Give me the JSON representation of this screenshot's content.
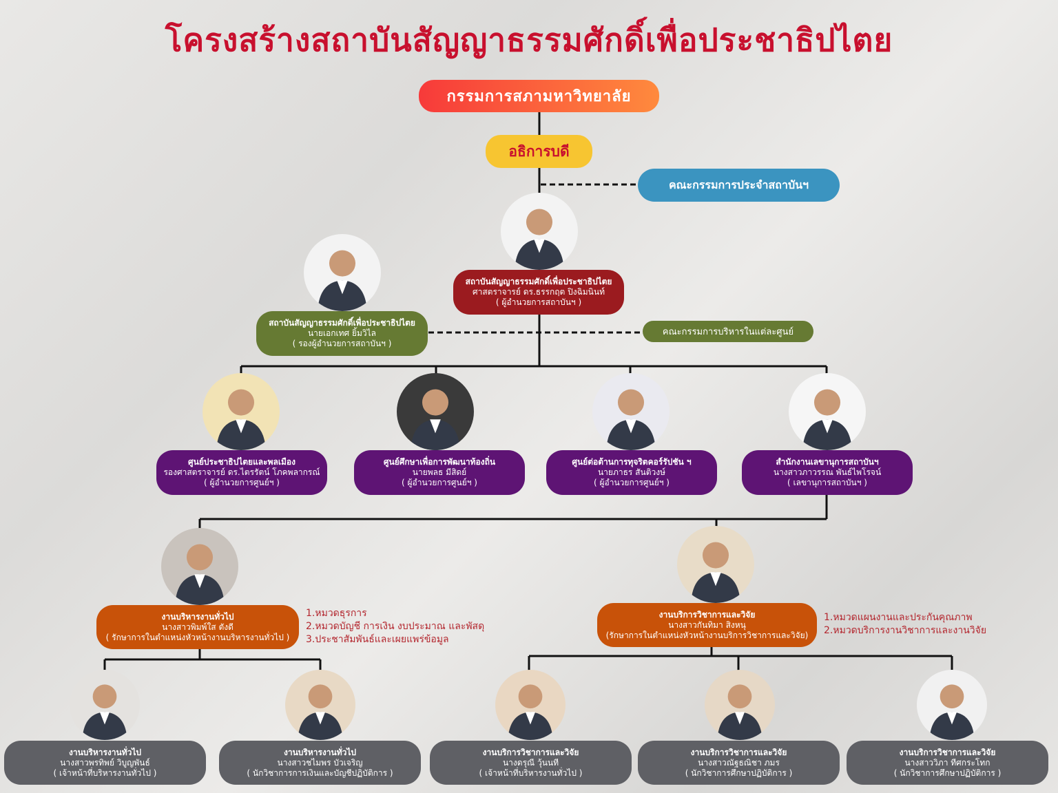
{
  "title": "โครงสร้างสถาบันสัญญาธรรมศักดิ์เพื่อประชาธิปไตย",
  "council": "กรรมการสภามหาวิทยาลัย",
  "president": "อธิการบดี",
  "institute_committee": "คณะกรรมการประจำสถาบันฯ",
  "center_committee": "คณะกรรมการบริหารในแต่ละศูนย์",
  "director": {
    "title": "สถาบันสัญญาธรรมศักดิ์เพื่อประชาธิปไตย",
    "name": "ศาสตราจารย์ ดร.ธรรกฤต ปิงฉิมนินท์",
    "role": "( ผู้อำนวยการสถาบันฯ )"
  },
  "deputy": {
    "title": "สถาบันสัญญาธรรมศักดิ์เพื่อประชาธิปไตย",
    "name": "นายเอกเทศ ยิ้มวิไล",
    "role": "( รองผู้อำนวยการสถาบันฯ )"
  },
  "centers": [
    {
      "title": "ศูนย์ประชาธิปไตยและพลเมือง",
      "name": "รองศาสตราจารย์ ดร.ไตรรัตน์ โภคพลากรณ์",
      "role": "( ผู้อำนวยการศูนย์ฯ )"
    },
    {
      "title": "ศูนย์ศึกษาเพื่อการพัฒนาท้องถิ่น",
      "name": "นายพลธ มีสิดย์",
      "role": "( ผู้อำนวยการศูนย์ฯ )"
    },
    {
      "title": "ศูนย์ต่อต้านการทุจริตคอร์รัปชัน ฯ",
      "name": "นายภาธร สันติวงษ์",
      "role": "( ผู้อำนวยการศูนย์ฯ )"
    },
    {
      "title": "สำนักงานเลขานุการสถาบันฯ",
      "name": "นางสาวภาวรรณ พันธ์ไพโรจน์",
      "role": "( เลขานุการสถาบันฯ )"
    }
  ],
  "units": [
    {
      "title": "งานบริหารงานทั่วไป",
      "name": "นางสาวพิมพ์ใส ตังดี",
      "role": "( รักษาการในตำแหน่งหัวหน้างานบริหารงานทั่วไป )",
      "duties": [
        "1.หมวดธุรการ",
        "2.หมวดบัญชี การเงิน งบประมาณ และพัสดุ",
        "3.ประชาสัมพันธ์และเผยแพร่ข้อมูล"
      ]
    },
    {
      "title": "งานบริการวิชาการและวิจัย",
      "name": "นางสาวกันทิมา สิงหนุ",
      "role": "(รักษาการในตำแหน่งหัวหน้างานบริการวิชาการและวิจัย)",
      "duties": [
        "1.หมวดแผนงานและประกันคุณภาพ",
        "2.หมวดบริการงานวิชาการและงานวิจัย"
      ]
    }
  ],
  "staff": [
    {
      "title": "งานบริหารงานทั่วไป",
      "name": "นางสาวพรทิพย์ วิบูญพันธ์",
      "role": "( เจ้าหน้าที่บริหารงานทั่วไป )"
    },
    {
      "title": "งานบริหารงานทั่วไป",
      "name": "นางสาวชไมพร บัวเจริญ",
      "role": "( นักวิชาการการเงินและบัญชีปฏิบัติการ )"
    },
    {
      "title": "งานบริการวิชาการและวิจัย",
      "name": "นางดรุณี วุ้นนที",
      "role": "( เจ้าหน้าที่บริหารงานทั่วไป )"
    },
    {
      "title": "งานบริการวิชาการและวิจัย",
      "name": "นางสาวณัฐธณิชา ภมร",
      "role": "( นักวิชาการศึกษาปฏิบัติการ )"
    },
    {
      "title": "งานบริการวิชาการและวิจัย",
      "name": "นางสาววิภา ทีศกระโทก",
      "role": "( นักวิชาการศึกษาปฏิบัติการ )"
    }
  ],
  "colors": {
    "title": "#c8102e",
    "director": "#9b1b1f",
    "deputy": "#667a33",
    "center": "#5e1474",
    "unit": "#c85209",
    "staff": "#5f6065",
    "committee": "#3b94c0",
    "president": "#f7c531"
  }
}
